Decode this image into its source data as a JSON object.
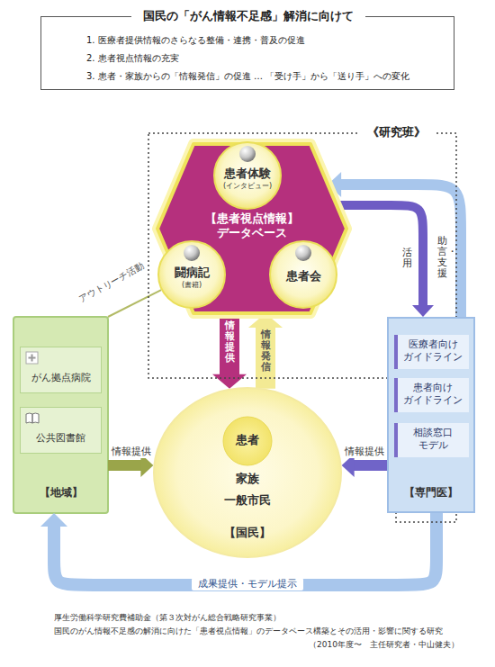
{
  "diagram": {
    "nodes": [
      {
        "text": [
          "国民の「がん情報不足感」解消に向けて",
          "1. 医療者提供情報のさらなる整備・連携・普及の促進",
          "2. 患者視点情報の充実",
          "3. 患者・家族からの「情報発信」の促進 … 「受け手」から「送り手」への変化"
        ]
      },
      {
        "text": [
          "《研究班》"
        ]
      },
      {
        "text": [
          "【患者視点情報】 データベース"
        ],
        "in": 1
      },
      {
        "text": [
          "患者体験",
          "(インタビュー)"
        ],
        "in": 2
      },
      {
        "text": [
          "闘病記",
          "(書籍)"
        ],
        "in": 2
      },
      {
        "text": [
          "患者会"
        ],
        "in": 2
      },
      {
        "text": [
          "【地域】"
        ]
      },
      {
        "text": [
          "がん拠点病院"
        ],
        "in": 6
      },
      {
        "text": [
          "公共図書館"
        ],
        "in": 6
      },
      {
        "text": [
          "家族",
          "一般市民",
          "【国民】"
        ]
      },
      {
        "text": [
          "患者"
        ],
        "in": 9
      },
      {
        "text": [
          "【専門医】"
        ]
      },
      {
        "text": [
          "医療者向け ガイドライン"
        ],
        "in": 11
      },
      {
        "text": [
          "患者向け ガイドライン"
        ],
        "in": 11
      },
      {
        "text": [
          "相談窓口 モデル"
        ],
        "in": 11
      }
    ],
    "edges": [
      {
        "from": 11,
        "to": 2,
        "arrow": "to",
        "label": "助言・支援"
      },
      {
        "from": 2,
        "to": 11,
        "arrow": "to",
        "label": "活用"
      },
      {
        "from": 4,
        "to": 6,
        "arrow": "none",
        "label": "アウトリーチ活動"
      },
      {
        "from": 2,
        "to": 9,
        "arrow": "to",
        "label": "情報提供"
      },
      {
        "from": 9,
        "to": 2,
        "arrow": "to",
        "label": "情報発信"
      },
      {
        "from": 6,
        "to": 9,
        "arrow": "to",
        "label": "情報提供"
      },
      {
        "from": 11,
        "to": 9,
        "arrow": "to",
        "label": "情報提供"
      },
      {
        "from": 11,
        "to": 6,
        "arrow": "to",
        "label": "成果提供・モデル提示"
      }
    ],
    "labels": [
      "厚生労働科学研究費補助金（第３次対がん総合戦略研究事業）",
      "国民のがん情報不足感の解消に向けた「患者視点情報」のデータベース構築とその活用・影響に関する研究",
      "（2010年度〜　主任研究者・中山健夫）"
    ]
  }
}
